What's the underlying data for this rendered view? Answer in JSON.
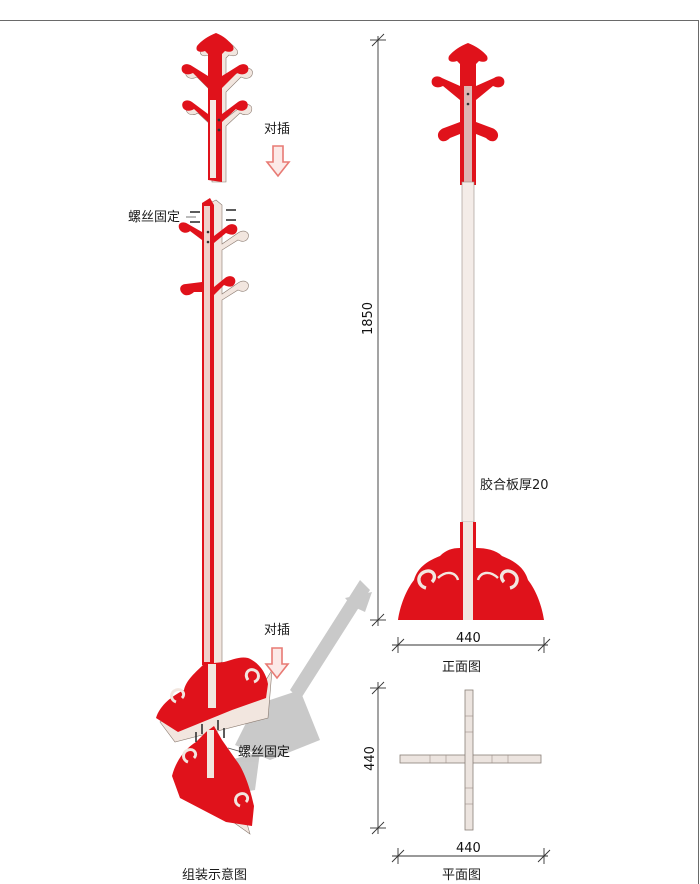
{
  "labels": {
    "insert_top": "对插",
    "screw_top": "螺丝固定",
    "insert_bottom": "对插",
    "screw_bottom": "螺丝固定",
    "material": "胶合板厚20",
    "caption_assembly": "组装示意图",
    "caption_front": "正面图",
    "caption_plan": "平面图"
  },
  "dimensions": {
    "height": "1850",
    "front_width": "440",
    "plan_height": "440",
    "plan_width": "440"
  },
  "colors": {
    "red": "#e0121b",
    "edge": "#f2e6df",
    "arrow": "#e87a74",
    "shadow": "#c4c4c4",
    "dimline": "#333333"
  }
}
